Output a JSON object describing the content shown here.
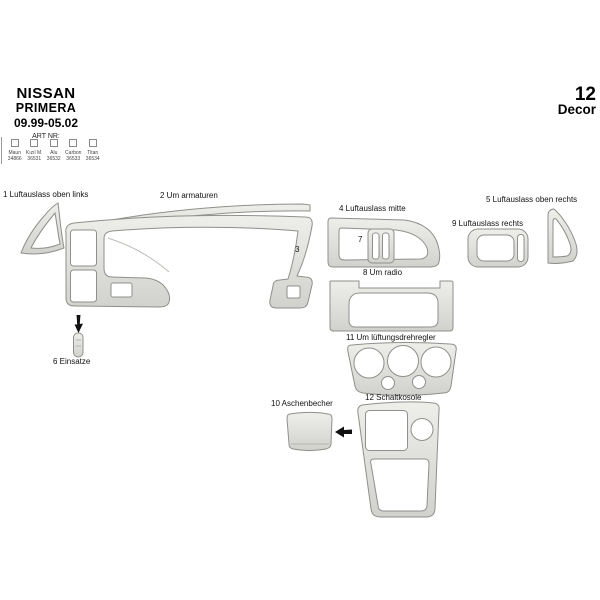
{
  "header": {
    "brand": "NISSAN",
    "model": "PRIMERA",
    "years": "09.99-05.02",
    "art_label": "ART NR:",
    "finishes": [
      {
        "name": "Maun",
        "number": "34866"
      },
      {
        "name": "Kızıl M.",
        "number": "36531"
      },
      {
        "name": "Alu",
        "number": "36532"
      },
      {
        "name": "Carbon",
        "number": "36533"
      },
      {
        "name": "Titan",
        "number": "36534"
      }
    ],
    "decor_count": "12",
    "decor_label": "Decor"
  },
  "diagram": {
    "labels": {
      "p1": "1 Luftauslass oben links",
      "p2": "2 Um armaturen",
      "p3": "3",
      "p4": "4 Luftauslass mitte",
      "p5": "5 Luftauslass oben rechts",
      "p6": "6 Einsatze",
      "p7": "7",
      "p8": "8 Um radio",
      "p9": "9 Luftauslass rechts",
      "p10": "10 Aschenbecher",
      "p11": "11 Um lüftungsdrehregler",
      "p12": "12 Schaltkosole"
    }
  },
  "colors": {
    "piece_light": "#ebebe7",
    "piece_dark": "#d1d1cd",
    "outline": "#8f8f8b",
    "text": "#111111",
    "background": "#ffffff"
  }
}
